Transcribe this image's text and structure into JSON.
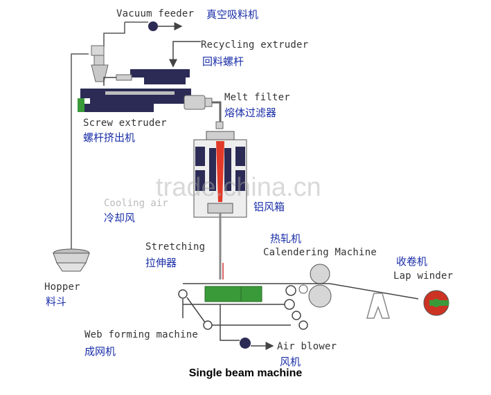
{
  "labels": {
    "vacuum_feeder_en": "Vacuum feeder",
    "vacuum_feeder_cn": "真空吸料机",
    "recycling_extruder_en": "Recycling extruder",
    "recycling_extruder_cn": "回料螺杆",
    "melt_filter_en": "Melt filter",
    "melt_filter_cn": "熔体过滤器",
    "screw_extruder_en": "Screw extruder",
    "screw_extruder_cn": "螺杆挤出机",
    "cooling_air_en": "Cooling air",
    "cooling_air_cn": "冷却风",
    "box_cn": "铝风箱",
    "stretching_en": "Stretching",
    "stretching_cn": "拉伸器",
    "calendering_cn": "热轧机",
    "calendering_en": "Calendering Machine",
    "lap_winder_cn": "收卷机",
    "lap_winder_en": "Lap winder",
    "hopper_en": "Hopper",
    "hopper_cn": "料斗",
    "web_forming_en": "Web forming machine",
    "web_forming_cn": "成网机",
    "air_blower_en": "Air blower",
    "air_blower_cn": "风机"
  },
  "watermark": "trade.china.cn",
  "caption": "Single beam machine",
  "colors": {
    "machine_dark": "#2b2b55",
    "outline": "#444444",
    "melt": "#e23a2a",
    "mesh": "#3a9a3a",
    "winder_roll": "#cc3322"
  }
}
